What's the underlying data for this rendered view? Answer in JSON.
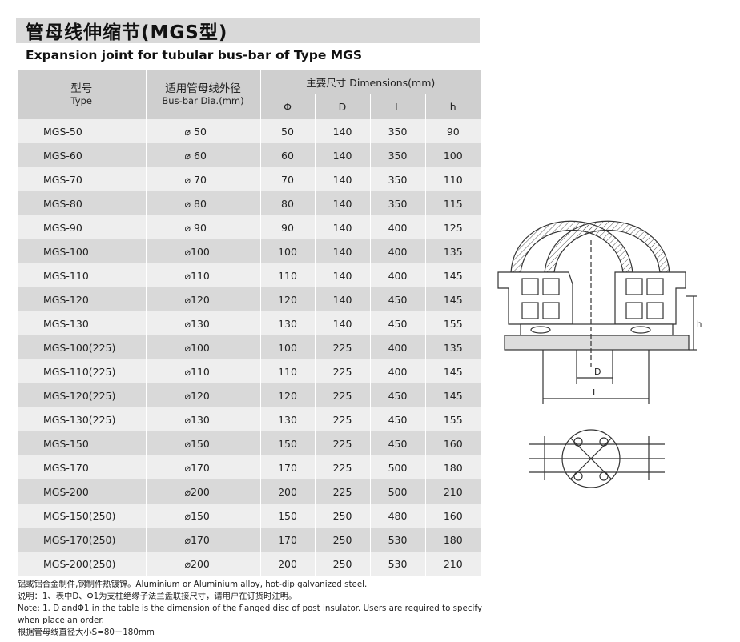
{
  "title": "管母线伸缩节(MGS型)",
  "subtitle": "Expansion joint for tubular bus-bar of Type MGS",
  "table": {
    "col_type_cn": "型号",
    "col_type_en": "Type",
    "col_dia_cn": "适用管母线外径",
    "col_dia_en": "Bus-bar Dia.(mm)",
    "col_dim": "主要尺寸  Dimensions(mm)",
    "sub_headers": [
      "Φ",
      "D",
      "L",
      "h"
    ],
    "rows": [
      [
        "MGS-50",
        "⌀ 50",
        "50",
        "140",
        "350",
        "90"
      ],
      [
        "MGS-60",
        "⌀ 60",
        "60",
        "140",
        "350",
        "100"
      ],
      [
        "MGS-70",
        "⌀ 70",
        "70",
        "140",
        "350",
        "110"
      ],
      [
        "MGS-80",
        "⌀ 80",
        "80",
        "140",
        "350",
        "115"
      ],
      [
        "MGS-90",
        "⌀ 90",
        "90",
        "140",
        "400",
        "125"
      ],
      [
        "MGS-100",
        "⌀100",
        "100",
        "140",
        "400",
        "135"
      ],
      [
        "MGS-110",
        "⌀110",
        "110",
        "140",
        "400",
        "145"
      ],
      [
        "MGS-120",
        "⌀120",
        "120",
        "140",
        "450",
        "145"
      ],
      [
        "MGS-130",
        "⌀130",
        "130",
        "140",
        "450",
        "155"
      ],
      [
        "MGS-100(225)",
        "⌀100",
        "100",
        "225",
        "400",
        "135"
      ],
      [
        "MGS-110(225)",
        "⌀110",
        "110",
        "225",
        "400",
        "145"
      ],
      [
        "MGS-120(225)",
        "⌀120",
        "120",
        "225",
        "450",
        "145"
      ],
      [
        "MGS-130(225)",
        "⌀130",
        "130",
        "225",
        "450",
        "155"
      ],
      [
        "MGS-150",
        "⌀150",
        "150",
        "225",
        "450",
        "160"
      ],
      [
        "MGS-170",
        "⌀170",
        "170",
        "225",
        "500",
        "180"
      ],
      [
        "MGS-200",
        "⌀200",
        "200",
        "225",
        "500",
        "210"
      ],
      [
        "MGS-150(250)",
        "⌀150",
        "150",
        "250",
        "480",
        "160"
      ],
      [
        "MGS-170(250)",
        "⌀170",
        "170",
        "250",
        "530",
        "180"
      ],
      [
        "MGS-200(250)",
        "⌀200",
        "200",
        "250",
        "530",
        "210"
      ]
    ]
  },
  "notes": [
    "铝或铝合金制件,钢制件热镀锌。Aluminium or Aluminium alloy, hot-dip galvanized steel.",
    "说明：1、表中D、Φ1为支柱绝缘子法兰盘联接尺寸，请用户在订货时注明。",
    "Note: 1. D andΦ1 in the table is the dimension of the flanged disc of post insulator. Users are required to specify",
    "when place an order.",
    "根据管母线直径大小S=80－180mm"
  ],
  "drawing": {
    "label_d": "D",
    "label_l": "L",
    "label_h": "h"
  }
}
